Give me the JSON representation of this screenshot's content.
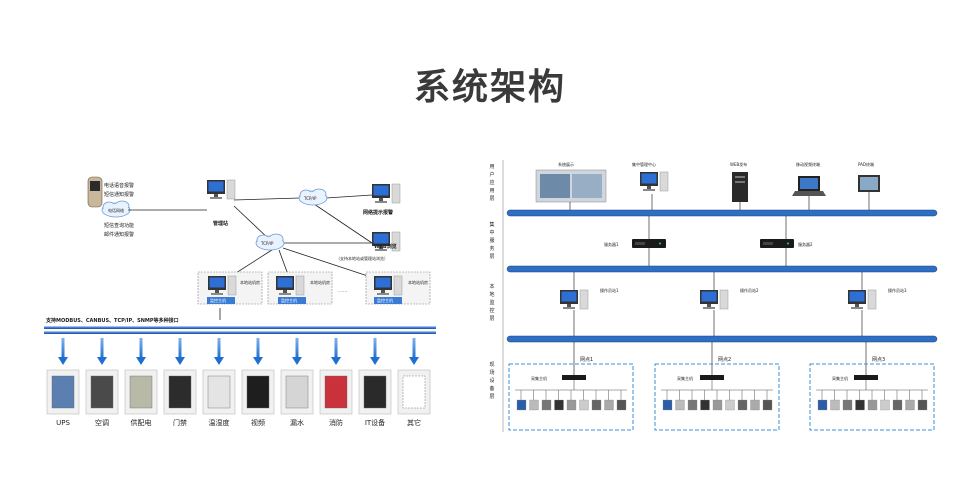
{
  "page": {
    "title": "系统架构"
  },
  "left": {
    "alerts": {
      "phone_lines": [
        "电话语音报警",
        "短信通知报警"
      ],
      "cloud": "电话网络",
      "sms_lines": [
        "短信查询功能",
        "邮件通知报警"
      ]
    },
    "management_station": "管理站",
    "tcpip": "TCP/IP",
    "network_alarm": "网络提示报警",
    "web_browse": "WEB浏览",
    "web_note": "（支持本地站或管理站浏览）",
    "monitor_host": "监控主机",
    "local_station": "本地站机房",
    "bus_label": "支持MODBUS、CANBUS、TCP/IP、SNMP等多种接口",
    "devices": [
      "UPS",
      "空调",
      "供配电",
      "门禁",
      "温湿度",
      "视频",
      "漏水",
      "消防",
      "IT设备",
      "其它"
    ]
  },
  "right": {
    "layers": [
      {
        "chars": [
          "用",
          "户",
          "应",
          "用",
          "层"
        ]
      },
      {
        "chars": [
          "集",
          "中",
          "服",
          "务",
          "层"
        ]
      },
      {
        "chars": [
          "本",
          "地",
          "监",
          "控",
          "层"
        ]
      },
      {
        "chars": [
          "现",
          "场",
          "设",
          "备",
          "层"
        ]
      }
    ],
    "top_devices": [
      "系统展示",
      "集中管理中心",
      "WEB发布",
      "移动视频终端",
      "PAD终端"
    ],
    "servers": [
      "服务器1",
      "服务器2"
    ],
    "workstations": [
      "操作员站1",
      "操作员站2",
      "操作员站3"
    ],
    "net_points": [
      "网点1",
      "网点2",
      "网点3"
    ],
    "collectors": [
      "采集主机",
      "采集主机",
      "采集主机"
    ]
  }
}
